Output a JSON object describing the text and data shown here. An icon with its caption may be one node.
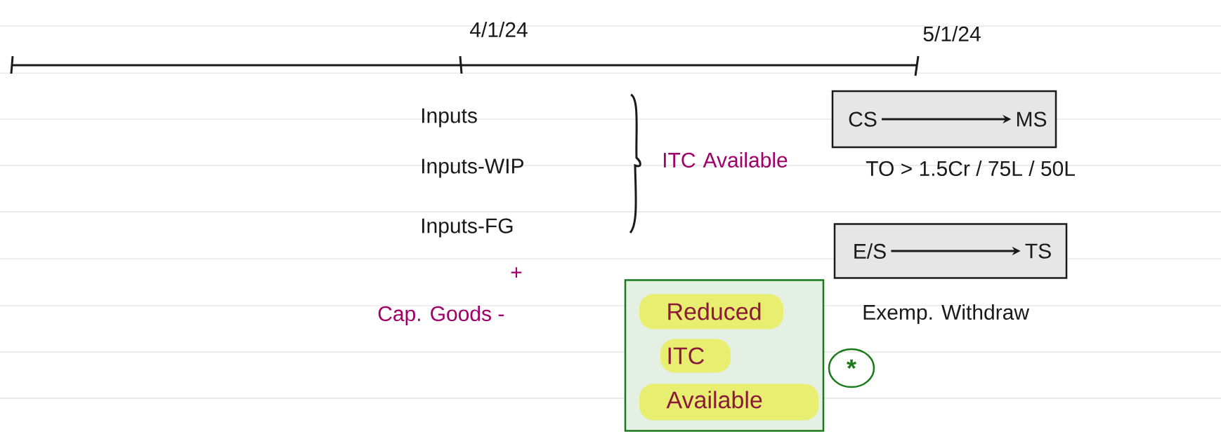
{
  "diagram": {
    "nodes": [
      {
        "text": [],
        "shape": "box"
      },
      {
        "text": [
          "CS"
        ],
        "in": 0
      },
      {
        "text": [
          "MS"
        ],
        "in": 0
      },
      {
        "text": [],
        "shape": "box"
      },
      {
        "text": [
          "E/S"
        ],
        "in": 3
      },
      {
        "text": [
          "TS"
        ],
        "in": 3
      },
      {
        "text": [
          "Reduced ITC Available"
        ]
      },
      {
        "text": [
          "*"
        ]
      }
    ],
    "edges": [
      {
        "from": 1,
        "to": 2,
        "arrow": "to"
      },
      {
        "from": 4,
        "to": 5,
        "arrow": "to"
      }
    ],
    "labels": [
      "4/1/24",
      "5/1/24",
      "Inputs",
      "Inputs-WIP",
      "Inputs-FG",
      "ITC Available",
      "+",
      "Cap. Goods -",
      "TO > 1.5Cr / 75L / 50L",
      "Exemp. Withdraw"
    ]
  }
}
